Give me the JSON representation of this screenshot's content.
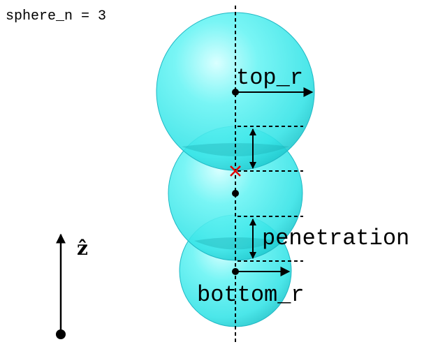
{
  "header": {
    "count_label": "sphere_n = 3"
  },
  "labels": {
    "top_radius": "top_r",
    "penetration": "penetration",
    "bottom_radius": "bottom_r",
    "axis": "ẑ"
  },
  "colors": {
    "sphere_fill": "#40f0f0",
    "sphere_edge": "#1fb8c4",
    "center_cross": "#e00000",
    "lines": "#000000"
  }
}
